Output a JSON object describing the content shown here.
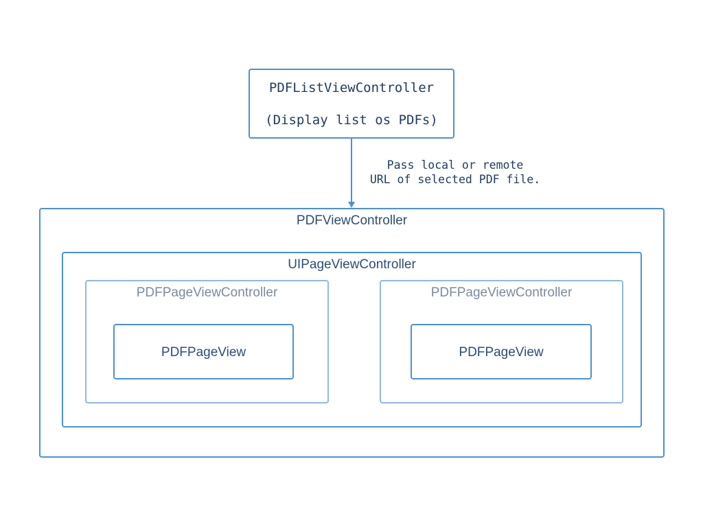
{
  "list_controller": {
    "title": "PDFListViewController",
    "subtitle": "(Display list os PDFs)"
  },
  "arrow": {
    "note_line1": "Pass local or remote",
    "note_line2": "URL of selected PDF file."
  },
  "pdf_view_controller": {
    "label": "PDFViewController",
    "page_view_controller": {
      "label": "UIPageViewController",
      "pages": [
        {
          "controller_label": "PDFPageViewController",
          "view_label": "PDFPageView"
        },
        {
          "controller_label": "PDFPageViewController",
          "view_label": "PDFPageView"
        }
      ]
    }
  },
  "colors": {
    "primary_border": "#4a90d9",
    "light_border": "#8fb8e6",
    "text_dark": "#1f3a5f"
  }
}
